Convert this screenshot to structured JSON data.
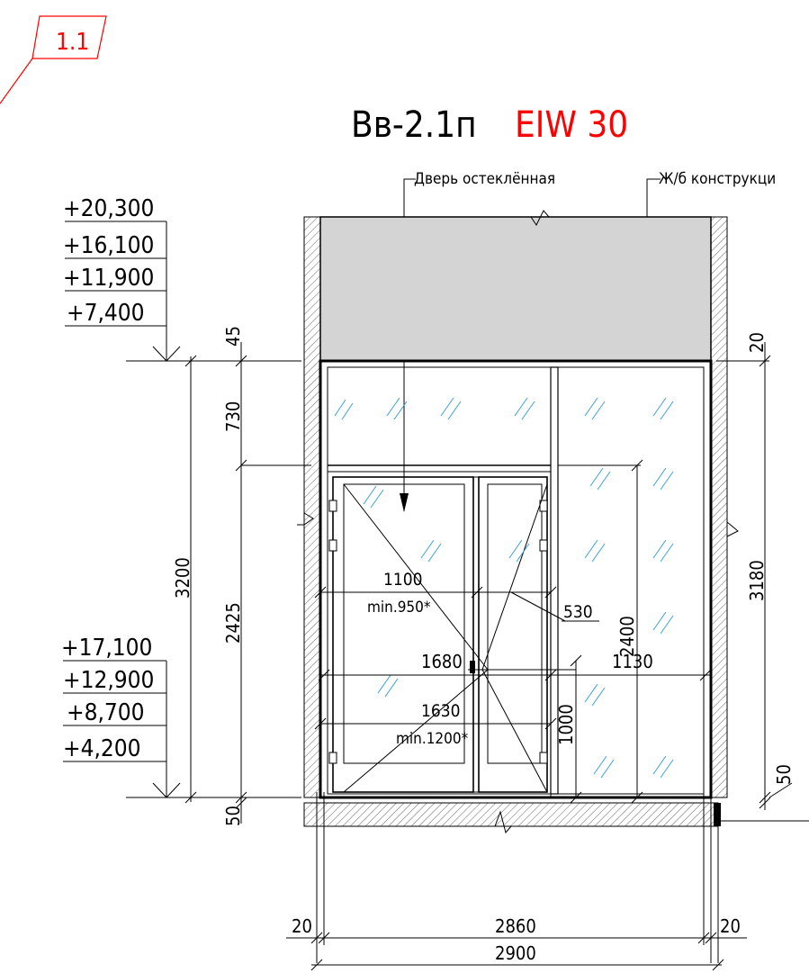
{
  "sheet_marker": "1.1",
  "title": {
    "code": "Вв-2.1п",
    "rating": "EIW 30",
    "rating_color": "#ff0000"
  },
  "callouts": {
    "door": "Дверь остеклённая",
    "concrete": "Ж/б конструкци"
  },
  "levels": {
    "top": [
      "+20,300",
      "+16,100",
      "+11,900",
      "+7,400"
    ],
    "bottom": [
      "+17,100",
      "+12,900",
      "+8,700",
      "+4,200"
    ]
  },
  "dims": {
    "d45": "45",
    "d730": "730",
    "d3200": "3200",
    "d2425": "2425",
    "d50_left": "50",
    "d20_right_top": "20",
    "d3180": "3180",
    "d50_right": "50",
    "d1100": "1100",
    "min950": "min.950*",
    "d530": "530",
    "d2400": "2400",
    "d1630": "1630",
    "min1200": "min.1200*",
    "d1000": "1000",
    "d1680": "1680",
    "d1130": "1130",
    "d20_left_bottom": "20",
    "d2860": "2860",
    "d20_right_bottom": "20",
    "d2900": "2900"
  }
}
